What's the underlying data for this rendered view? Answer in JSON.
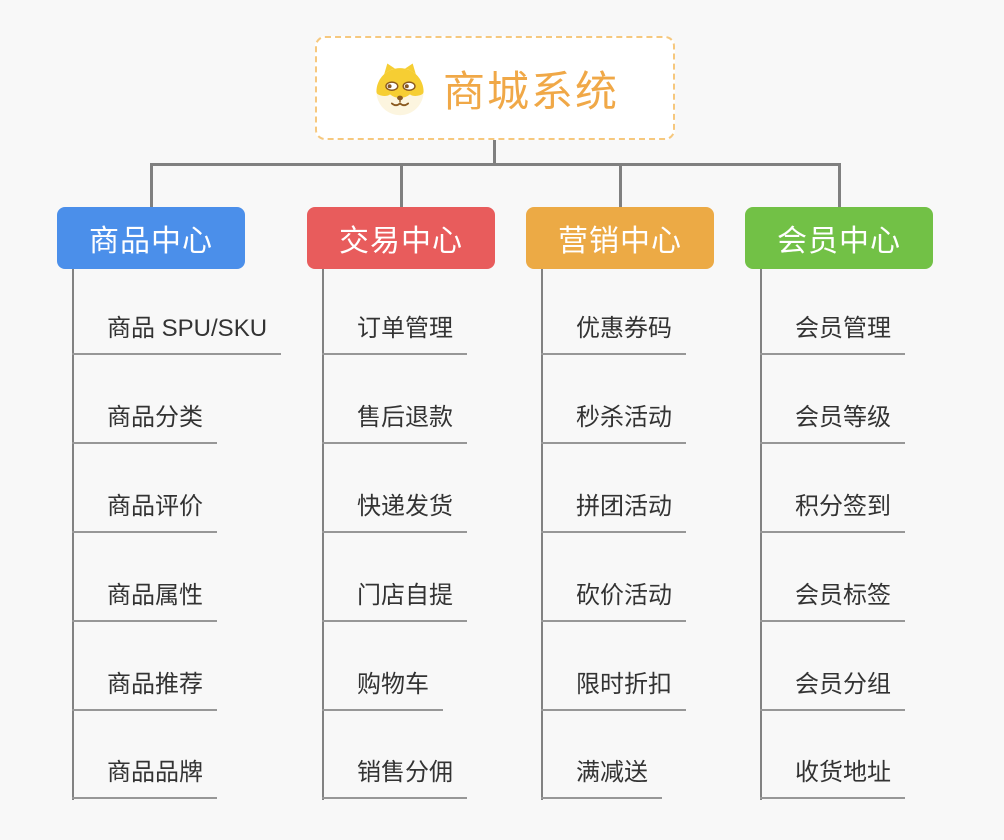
{
  "root": {
    "title": "商城系统",
    "icon": "shiba-dog-icon",
    "title_color": "#F0A847",
    "border_color": "#F6C87E"
  },
  "colors": {
    "background": "#F8F8F8",
    "connector_line": "#808080",
    "trunk_line": "#828282",
    "leaf_underline": "#979797",
    "leaf_text": "#333333"
  },
  "branches": [
    {
      "label": "商品中心",
      "color": "#4B8FEA",
      "items": [
        "商品 SPU/SKU",
        "商品分类",
        "商品评价",
        "商品属性",
        "商品推荐",
        "商品品牌"
      ]
    },
    {
      "label": "交易中心",
      "color": "#E85C5C",
      "items": [
        "订单管理",
        "售后退款",
        "快递发货",
        "门店自提",
        "购物车",
        "销售分佣"
      ]
    },
    {
      "label": "营销中心",
      "color": "#ECAA45",
      "items": [
        "优惠券码",
        "秒杀活动",
        "拼团活动",
        "砍价活动",
        "限时折扣",
        "满减送"
      ]
    },
    {
      "label": "会员中心",
      "color": "#72C146",
      "items": [
        "会员管理",
        "会员等级",
        "积分签到",
        "会员标签",
        "会员分组",
        "收货地址"
      ]
    }
  ]
}
